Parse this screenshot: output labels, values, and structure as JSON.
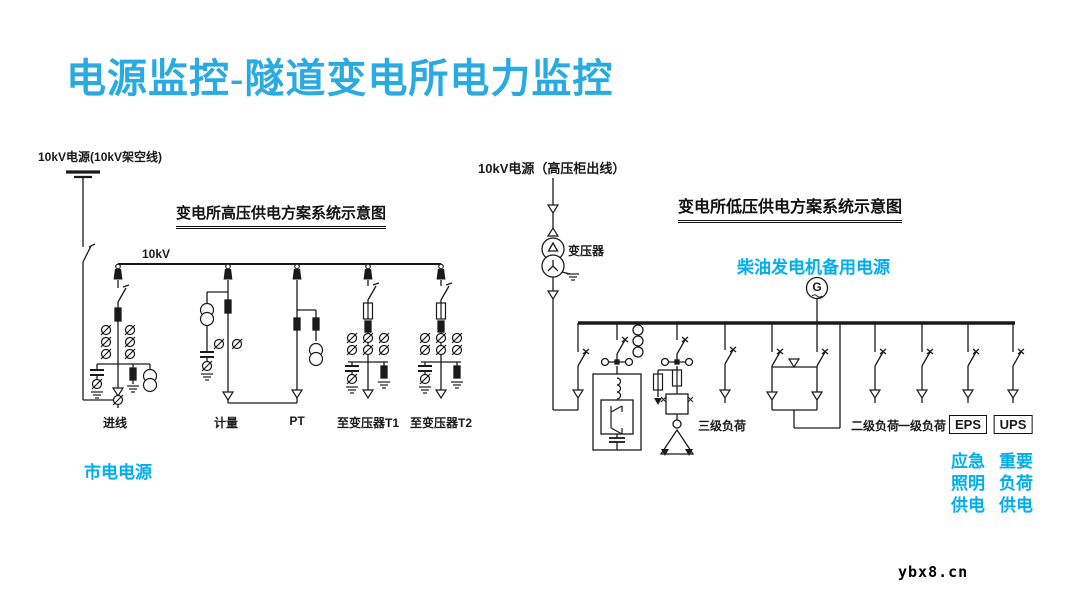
{
  "slide": {
    "title": "电源监控-隧道变电所电力监控",
    "watermark": "ybx8.cn",
    "accent_color": "#00AEEF",
    "title_color": "#29ABE2"
  },
  "hv_diagram": {
    "title": "变电所高压供电方案系统示意图",
    "source_label": "10kV电源(10kV架空线)",
    "bus_label": "10kV",
    "feeders": [
      "进线",
      "计量",
      "PT",
      "至变压器T1",
      "至变压器T2"
    ],
    "annotation_mains": "市电电源"
  },
  "lv_diagram": {
    "title": "变电所低压供电方案系统示意图",
    "source_label": "10kV电源（高压柜出线）",
    "transformer_label": "变压器",
    "generator_annotation": "柴油发电机备用电源",
    "generator_symbol": "G",
    "feeders": [
      "三级负荷",
      "二级负荷",
      "一级负荷",
      "EPS",
      "UPS"
    ],
    "eps_annotation_lines": [
      "应急",
      "照明",
      "供电"
    ],
    "ups_annotation_lines": [
      "重要",
      "负荷",
      "供电"
    ]
  }
}
